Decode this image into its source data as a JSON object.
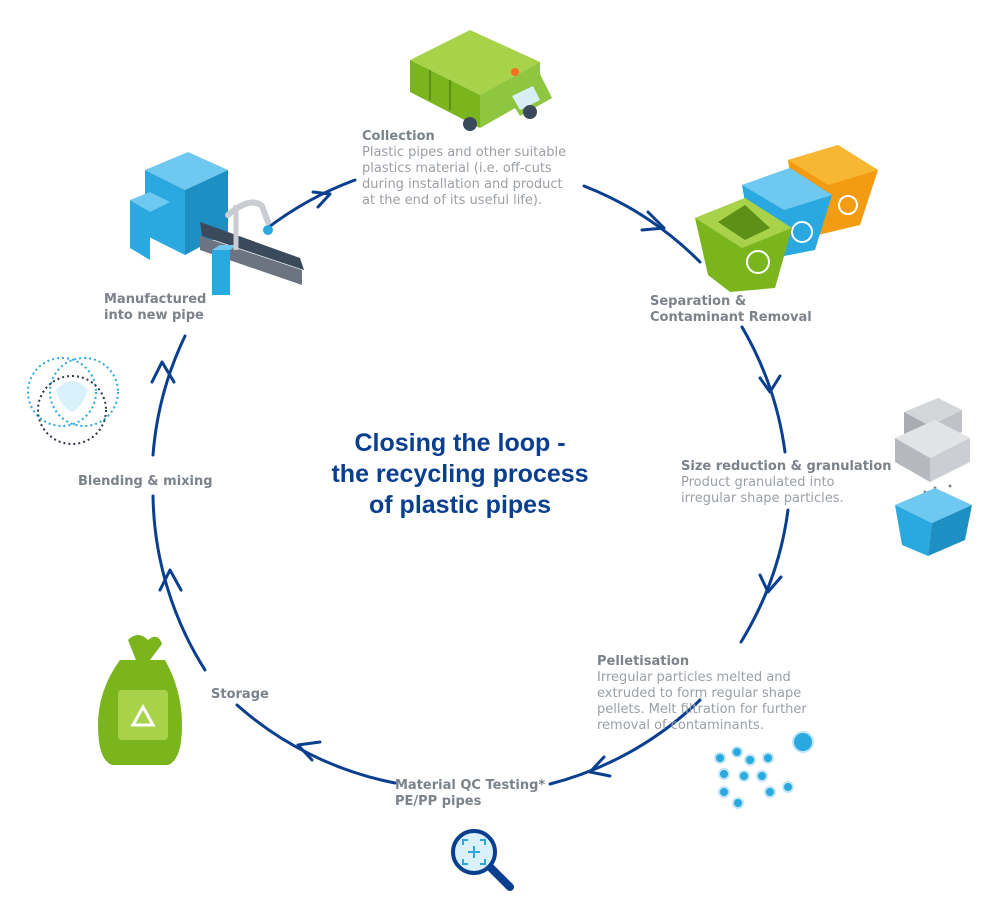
{
  "title": {
    "line1": "Closing the loop -",
    "line2": "the recycling process",
    "line3": "of plastic pipes"
  },
  "steps": {
    "collection": {
      "heading": "Collection",
      "lines": [
        "Plastic pipes and other suitable",
        "plastics material (i.e. off-cuts",
        "during installation and product",
        "at the end of its useful life)."
      ]
    },
    "separation": {
      "heading_lines": [
        "Separation &",
        "Contaminant Removal"
      ]
    },
    "size_reduction": {
      "heading": "Size reduction & granulation",
      "lines": [
        "Product granulated into",
        "irregular shape particles."
      ]
    },
    "pelletisation": {
      "heading": "Pelletisation",
      "lines": [
        "Irregular particles melted and",
        "extruded to form regular shape",
        "pellets. Melt filtration for further",
        "removal of contaminants."
      ]
    },
    "qc_testing": {
      "heading_lines": [
        "Material QC Testing*",
        "PE/PP pipes"
      ]
    },
    "storage": {
      "heading": "Storage"
    },
    "blending": {
      "heading": "Blending & mixing"
    },
    "manufactured": {
      "heading_lines": [
        "Manufactured",
        "into new pipe"
      ]
    }
  },
  "colors": {
    "loop": "#0a3f8f",
    "title": "#0a3f8f",
    "text": "#8a8f96",
    "green": "#7ab51d",
    "blue": "#29a9e0",
    "orange": "#f39c12",
    "grey": "#b9bcc0"
  },
  "icons": [
    "garbage-truck-icon",
    "recycling-bins-icon",
    "granulator-icon",
    "pellets-icon",
    "magnifier-icon",
    "recycling-sack-icon",
    "venn-circles-icon",
    "pipe-machine-icon"
  ]
}
